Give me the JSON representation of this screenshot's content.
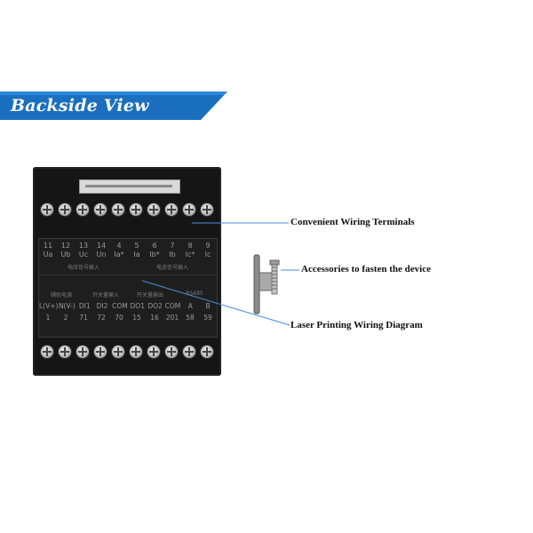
{
  "banner": {
    "title": "Backside View",
    "color": "#1a6fbf"
  },
  "device": {
    "top_terminal_count": 10,
    "bottom_terminal_count": 10,
    "panel": {
      "row1": [
        "11",
        "12",
        "13",
        "14",
        "4",
        "5",
        "6",
        "7",
        "8",
        "9"
      ],
      "row2": [
        "Ua",
        "Ub",
        "Uc",
        "Un",
        "Ia*",
        "Ia",
        "Ib*",
        "Ib",
        "Ic*",
        "Ic"
      ],
      "row3": [
        "电压信号输入",
        "电流信号输入"
      ],
      "row4": [
        "辅助电源",
        "开关量输入",
        "开关量输出",
        "RS485"
      ],
      "row5": [
        "L(V+)",
        "N(V-)",
        "DI1",
        "DI2",
        "COM",
        "DO1",
        "DO2",
        "COM",
        "A",
        "B"
      ],
      "row6": [
        "1",
        "2",
        "71",
        "72",
        "70",
        "15",
        "16",
        "201",
        "58",
        "59"
      ]
    }
  },
  "callouts": {
    "terminals": "Convenient Wiring Terminals",
    "accessories": "Accessories to fasten the device",
    "diagram": "Laser Printing Wiring Diagram"
  }
}
